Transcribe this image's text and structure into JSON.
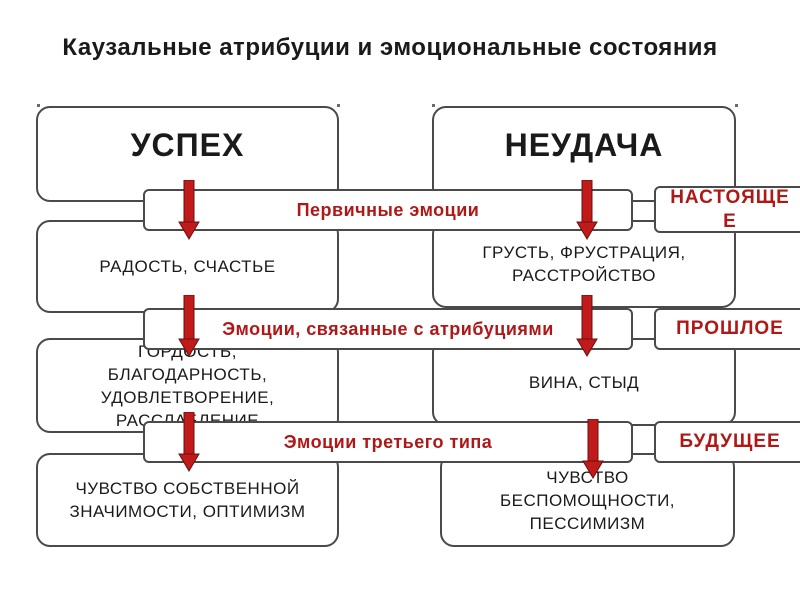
{
  "title": "Каузальные атрибуции и эмоциональные состояния",
  "headers": {
    "success": "УСПЕХ",
    "failure": "НЕУДАЧА"
  },
  "bands": {
    "primary": "Первичные эмоции",
    "attribution": "Эмоции, связанные с атрибуциями",
    "third": "Эмоции третьего типа"
  },
  "time_labels": {
    "present": "НАСТОЯЩЕЕ",
    "past": "ПРОШЛОЕ",
    "future": "БУДУЩЕЕ"
  },
  "cells": {
    "success_primary": "РАДОСТЬ, СЧАСТЬЕ",
    "failure_primary": "ГРУСТЬ, ФРУСТРАЦИЯ, РАССТРОЙСТВО",
    "success_attribution": "ГОРДОСТЬ, БЛАГОДАРНОСТЬ, УДОВЛЕТВОРЕНИЕ, РАССЛАБЛЕНИЕ",
    "failure_attribution": "ВИНА, СТЫД",
    "success_third": "ЧУВСТВО СОБСТВЕННОЙ ЗНАЧИМОСТИ, ОПТИМИЗМ",
    "failure_third": "ЧУВСТВО БЕСПОМОЩНОСТИ, ПЕССИМИЗМ"
  },
  "colors": {
    "accent": "#b01818",
    "arrow": "#c01a1a",
    "border": "#4a4a4a"
  }
}
